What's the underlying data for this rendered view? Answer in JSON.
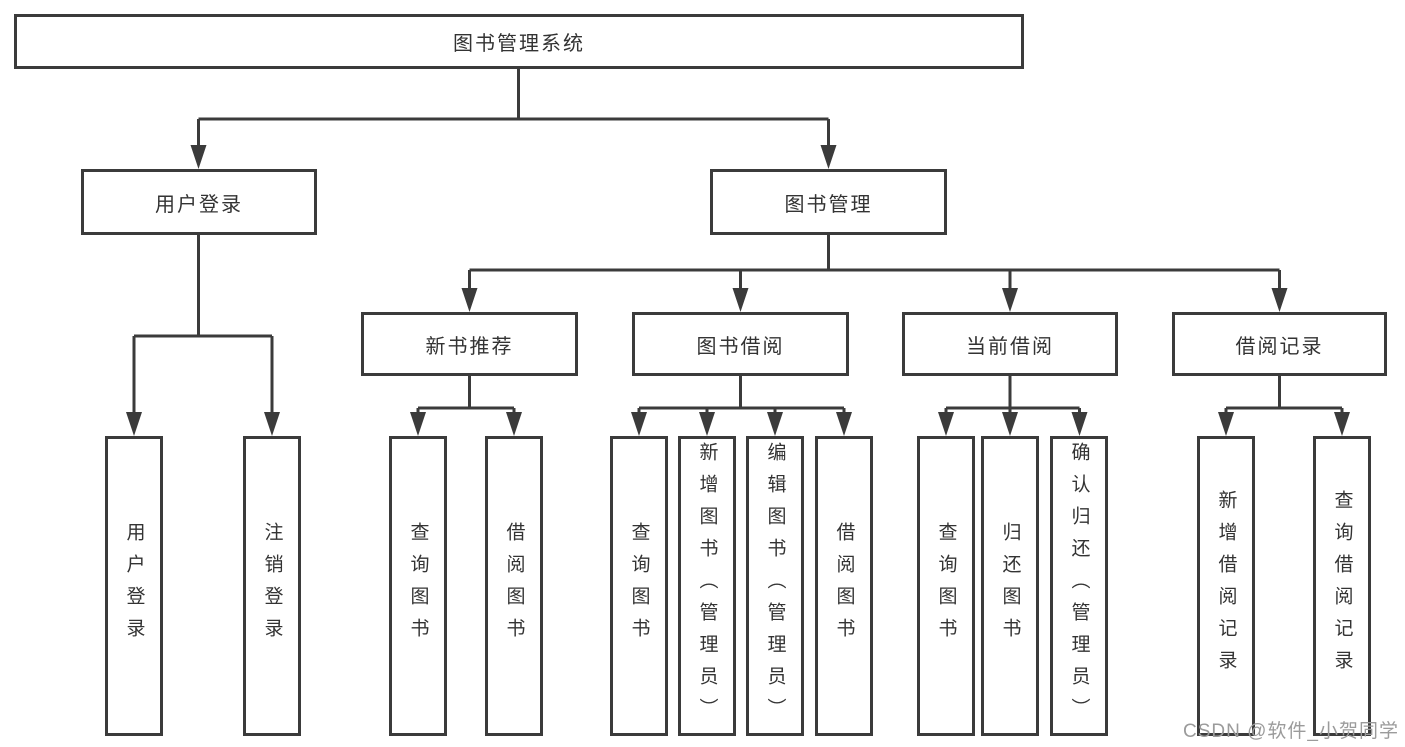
{
  "diagram": {
    "title": "图书管理系统",
    "colors": {
      "line": "#3b3b3b",
      "text": "#333333",
      "box_background": "#ffffff",
      "watermark": "#9b9b9b"
    },
    "watermark": "CSDN @软件_小贺同学",
    "nodes": {
      "root": {
        "label": "图书管理系统"
      },
      "user_login": {
        "label": "用户登录"
      },
      "book_mgmt": {
        "label": "图书管理"
      },
      "new_book_rec": {
        "label": "新书推荐"
      },
      "book_borrow": {
        "label": "图书借阅"
      },
      "current_borrow": {
        "label": "当前借阅"
      },
      "borrow_records": {
        "label": "借阅记录"
      },
      "login_user": {
        "label": "用户登录"
      },
      "login_logout": {
        "label": "注销登录"
      },
      "rec_query_books": {
        "label": "查询图书"
      },
      "rec_borrow_books": {
        "label": "借阅图书"
      },
      "borrow_query_books": {
        "label": "查询图书"
      },
      "borrow_add_books_admin": {
        "label": "新增图书（管理员）"
      },
      "borrow_edit_books_admin": {
        "label": "编辑图书（管理员）"
      },
      "borrow_borrow_books": {
        "label": "借阅图书"
      },
      "current_query_books": {
        "label": "查询图书"
      },
      "current_return_books": {
        "label": "归还图书"
      },
      "current_confirm_return_admin": {
        "label": "确认归还（管理员）"
      },
      "records_add_record": {
        "label": "新增借阅记录"
      },
      "records_query_record": {
        "label": "查询借阅记录"
      }
    }
  }
}
